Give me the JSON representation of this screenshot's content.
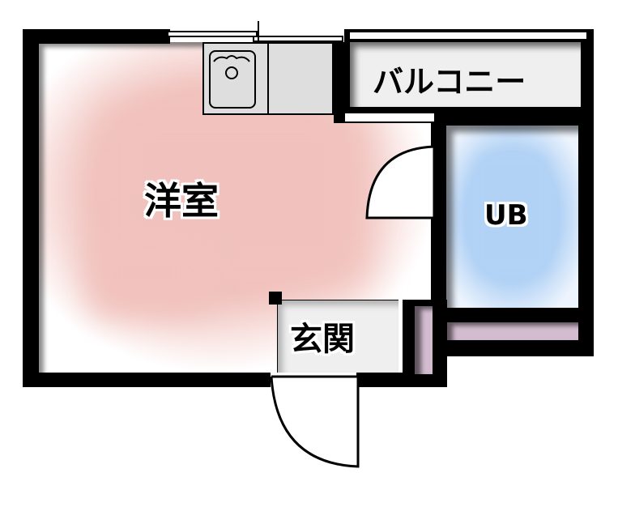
{
  "floor_plan": {
    "rooms": [
      {
        "id": "youshitsu",
        "label": "洋室",
        "meaning": "Western-style room",
        "color": "#f1c2bd"
      },
      {
        "id": "balcony",
        "label": "バルコニー",
        "meaning": "Balcony",
        "color": "#efefef"
      },
      {
        "id": "ub",
        "label": "UB",
        "meaning": "Unit bath",
        "color": "#b2d2f5"
      },
      {
        "id": "genkan",
        "label": "玄関",
        "meaning": "Entrance",
        "color": "#efefef"
      },
      {
        "id": "closet",
        "label": "",
        "meaning": "Storage",
        "color": "#d3bcd0"
      }
    ],
    "fixtures": [
      {
        "id": "kitchen-sink",
        "name": "sink-icon"
      },
      {
        "id": "window-top",
        "name": "window-icon"
      },
      {
        "id": "door-bath",
        "name": "door-swing-icon"
      },
      {
        "id": "door-entrance",
        "name": "door-swing-icon"
      }
    ],
    "colors": {
      "wall": "#000000",
      "background": "#ffffff"
    }
  }
}
